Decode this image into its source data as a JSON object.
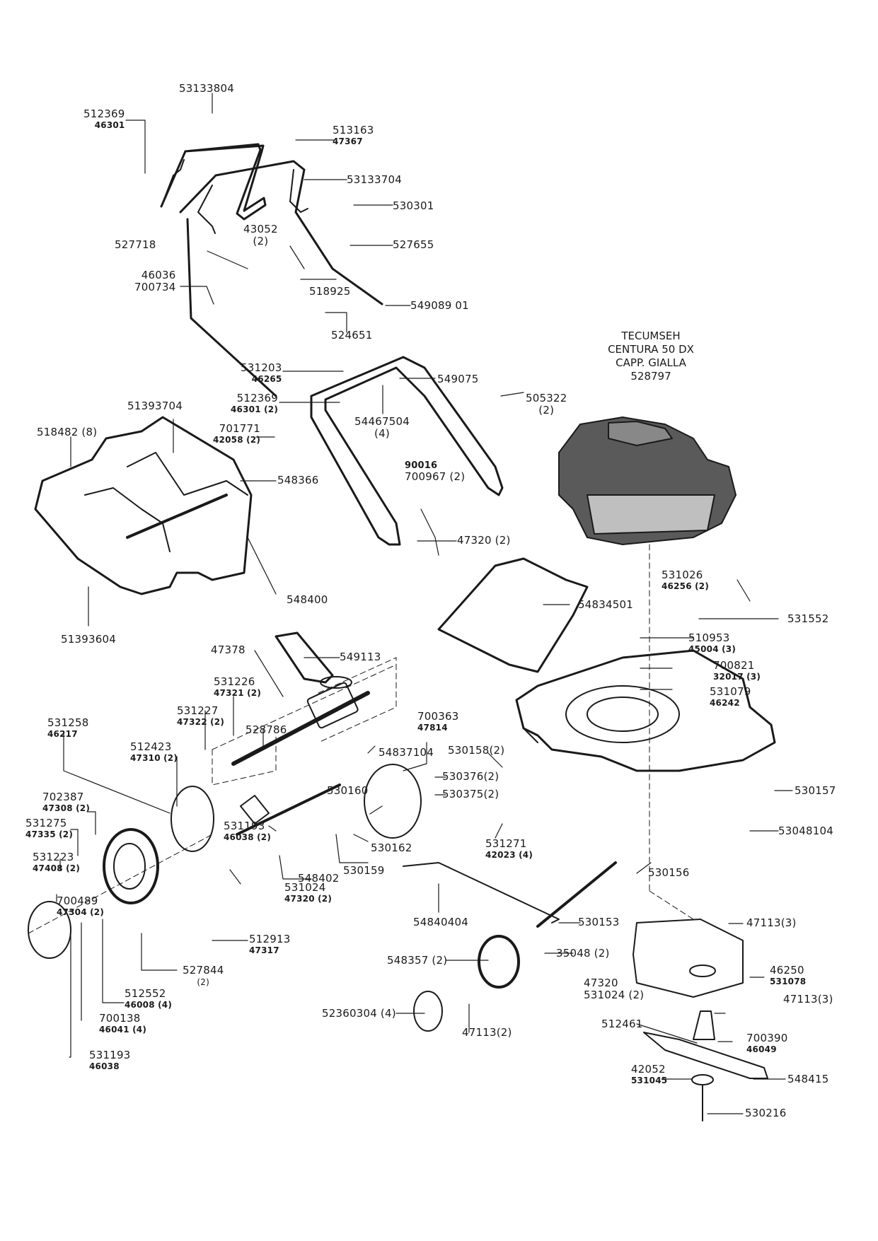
{
  "diagram": {
    "title": "Lawn mower exploded parts diagram",
    "engine": {
      "brand": "TECUMSEH",
      "model": "CENTURA 50 DX",
      "variant": "CAPP. GIALLA",
      "part_number": "528797"
    },
    "parts": [
      {
        "id": "p01",
        "number": "53133804"
      },
      {
        "id": "p02",
        "number": "512369",
        "alt": "46301"
      },
      {
        "id": "p03",
        "number": "513163",
        "alt": "47367"
      },
      {
        "id": "p04",
        "number": "53133704"
      },
      {
        "id": "p05",
        "number": "530301"
      },
      {
        "id": "p06",
        "number": "43052",
        "qty": "(2)"
      },
      {
        "id": "p07",
        "number": "527655"
      },
      {
        "id": "p08",
        "number": "527718"
      },
      {
        "id": "p09",
        "number": "46036",
        "alt2": "700734"
      },
      {
        "id": "p10",
        "number": "518925"
      },
      {
        "id": "p11",
        "number": "549089 01"
      },
      {
        "id": "p12",
        "number": "524651"
      },
      {
        "id": "p13",
        "number": "531203",
        "alt": "46265"
      },
      {
        "id": "p14",
        "number": "549075"
      },
      {
        "id": "p15",
        "number": "512369",
        "alt": "46301 (2)"
      },
      {
        "id": "p16",
        "number": "54467504",
        "qty": "(4)"
      },
      {
        "id": "p17",
        "number": "505322",
        "qty": "(2)"
      },
      {
        "id": "p18",
        "number": "51393704"
      },
      {
        "id": "p19",
        "number": "701771",
        "alt": "42058 (2)"
      },
      {
        "id": "p20",
        "number": "518482 (8)"
      },
      {
        "id": "p21",
        "number": "548366"
      },
      {
        "id": "p22",
        "number": "90016",
        "alt2": "700967 (2)"
      },
      {
        "id": "p23",
        "number": "47320 (2)"
      },
      {
        "id": "p24",
        "number": "548400"
      },
      {
        "id": "p25",
        "number": "51393604"
      },
      {
        "id": "p26",
        "number": "531026",
        "alt": "46256 (2)"
      },
      {
        "id": "p27",
        "number": "54834501"
      },
      {
        "id": "p28",
        "number": "531552"
      },
      {
        "id": "p29",
        "number": "510953",
        "alt": "45004 (3)"
      },
      {
        "id": "p30",
        "number": "700821",
        "alt": "32017 (3)"
      },
      {
        "id": "p31",
        "number": "531079",
        "alt": "46242"
      },
      {
        "id": "p32",
        "number": "47378"
      },
      {
        "id": "p33",
        "number": "549113"
      },
      {
        "id": "p34",
        "number": "531226",
        "alt": "47321 (2)"
      },
      {
        "id": "p35",
        "number": "531227",
        "alt": "47322 (2)"
      },
      {
        "id": "p36",
        "number": "528786"
      },
      {
        "id": "p37",
        "number": "531258",
        "alt": "46217"
      },
      {
        "id": "p38",
        "number": "512423",
        "alt": "47310 (2)"
      },
      {
        "id": "p39",
        "number": "700363",
        "alt": "47814"
      },
      {
        "id": "p40",
        "number": "54837104"
      },
      {
        "id": "p41",
        "number": "530158(2)"
      },
      {
        "id": "p42",
        "number": "530376(2)"
      },
      {
        "id": "p43",
        "number": "530375(2)"
      },
      {
        "id": "p44",
        "number": "530160"
      },
      {
        "id": "p45",
        "number": "530157"
      },
      {
        "id": "p46",
        "number": "702387",
        "alt": "47308 (2)"
      },
      {
        "id": "p47",
        "number": "531193",
        "alt": "46038 (2)"
      },
      {
        "id": "p48",
        "number": "531275",
        "alt": "47335 (2)"
      },
      {
        "id": "p49",
        "number": "531271",
        "alt": "42023 (4)"
      },
      {
        "id": "p50",
        "number": "53048104"
      },
      {
        "id": "p51",
        "number": "530162"
      },
      {
        "id": "p52",
        "number": "531223",
        "alt": "47408 (2)"
      },
      {
        "id": "p53",
        "number": "530159"
      },
      {
        "id": "p54",
        "number": "548402"
      },
      {
        "id": "p55",
        "number": "530156"
      },
      {
        "id": "p56",
        "number": "531024",
        "alt": "47320 (2)"
      },
      {
        "id": "p57",
        "number": "700489",
        "alt": "47304 (2)"
      },
      {
        "id": "p58",
        "number": "54840404"
      },
      {
        "id": "p59",
        "number": "530153"
      },
      {
        "id": "p60",
        "number": "512913",
        "alt": "47317"
      },
      {
        "id": "p61",
        "number": "47113(3)"
      },
      {
        "id": "p62",
        "number": "35048 (2)"
      },
      {
        "id": "p63",
        "number": "548357 (2)"
      },
      {
        "id": "p64",
        "number": "527844",
        "qty": "(2)"
      },
      {
        "id": "p65",
        "number": "46250",
        "alt": "531078"
      },
      {
        "id": "p66",
        "number": "512552",
        "alt": "46008 (4)"
      },
      {
        "id": "p67",
        "number": "47320",
        "alt2": "531024 (2)"
      },
      {
        "id": "p68",
        "number": "47113(3)"
      },
      {
        "id": "p69",
        "number": "52360304 (4)"
      },
      {
        "id": "p70",
        "number": "47113(2)"
      },
      {
        "id": "p71",
        "number": "700138",
        "alt": "46041 (4)"
      },
      {
        "id": "p72",
        "number": "512461"
      },
      {
        "id": "p73",
        "number": "700390",
        "alt": "46049"
      },
      {
        "id": "p74",
        "number": "531193",
        "alt": "46038"
      },
      {
        "id": "p75",
        "number": "42052",
        "alt": "531045"
      },
      {
        "id": "p76",
        "number": "548415"
      },
      {
        "id": "p77",
        "number": "530216"
      }
    ]
  }
}
